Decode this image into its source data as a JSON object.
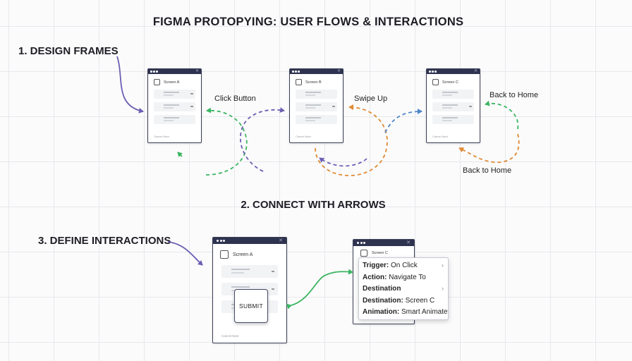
{
  "title": "FIGMA PROTOPYING: USER FLOWS & INTERACTIONS",
  "steps": {
    "design": "1. DESIGN FRAMES",
    "connect": "2. CONNECT WITH ARROWS",
    "define": "3. DEFINE INTERACTIONS"
  },
  "frames": {
    "a": {
      "name": "Screen A",
      "footer": "Cancel    Next"
    },
    "b": {
      "name": "Screen B",
      "footer": "Cancel    Next"
    },
    "c": {
      "name": "Screen C",
      "footer": "Cancel    Next"
    },
    "detail_a": {
      "name": "Screen A",
      "footer": "Cancel    Next"
    },
    "detail_c": {
      "name": "Screen C"
    }
  },
  "flow_labels": {
    "click": "Click Button",
    "swipe": "Swipe Up",
    "back_top": "Back to Home",
    "back_bottom": "Back to Home"
  },
  "submit_label": "SUBMIT",
  "panel": {
    "trigger_key": "Trigger:",
    "trigger_val": "On Click",
    "action_key": "Action:",
    "action_val": "Navigate To",
    "destination_row": "Destination",
    "destination_key": "Destination:",
    "destination_val": "Screen C",
    "animation_key": "Animation:",
    "animation_val": "Smart Animate"
  },
  "colors": {
    "purple": "#6a5fb2",
    "green": "#3cb562",
    "orange": "#e08a34",
    "blue": "#4d86c7",
    "frame_bar": "#2e3350"
  }
}
